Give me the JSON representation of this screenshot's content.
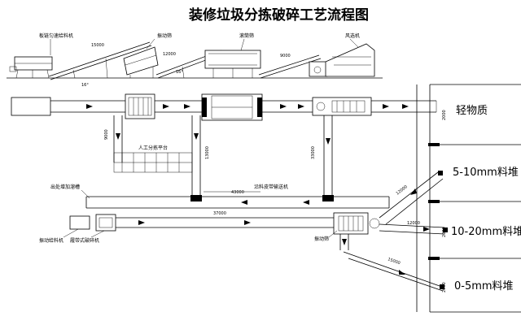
{
  "title": "装修垃圾分拣破碎工艺流程图",
  "elevation": {
    "labels": {
      "feeder": "板链匀速给料机",
      "screen": "振动筛",
      "drum": "滚筒筛",
      "separator": "风选机"
    },
    "dims": {
      "conveyor1": "15000",
      "conveyor2": "12000",
      "conveyor3": "9000",
      "angle1": "16°",
      "angle2": "16°"
    }
  },
  "plan": {
    "labels": {
      "platform": "人工分拣平台",
      "add_hopper": "出处增加溜槽",
      "long_conveyor": "沿料皮带输送机",
      "vib_feeder": "振动给料机",
      "jaw_crusher": "履带式破碎机",
      "vib_motor": "振动筛"
    },
    "dims": {
      "d9000": "9000",
      "d13000": "13000",
      "d33000": "33000",
      "d43000": "43000",
      "d37000": "37000",
      "d12000a": "12000",
      "d12000b": "12000",
      "d15000": "15000",
      "d2000a": "2000",
      "d2000b": "2000",
      "d2000c": "2000"
    }
  },
  "outputs": {
    "light": "轻物质",
    "p1": "5-10mm料堆",
    "p2": "10-20mm料堆",
    "p3": "0-5mm料堆"
  }
}
